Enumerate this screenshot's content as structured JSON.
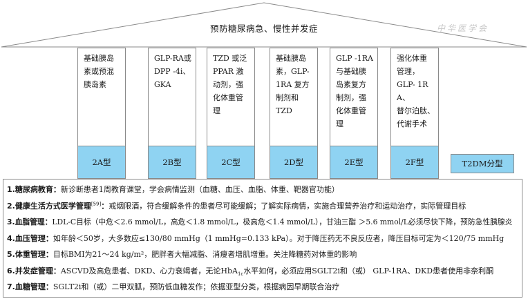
{
  "roof": {
    "title": "预防糖尿病急、慢性并发症"
  },
  "watermark": "中华医学会",
  "pillars": [
    {
      "text": "基础胰岛\n素或预混\n胰岛素",
      "type": "2A型"
    },
    {
      "text": "GLP-RA或\nDPP -4i、\nGKA",
      "type": "2B型"
    },
    {
      "text": "TZD 或泛\nPPAR 激\n动剂，强\n化体重管\n理",
      "type": "2C型"
    },
    {
      "text": "基础胰岛\n素，GLP-\n1RA 复方\n制剂和\nTZD",
      "type": "2D型"
    },
    {
      "text": "GLP -1RA\n与基础胰\n岛素复方\n制剂，强\n化体重管\n理",
      "type": "2E型"
    },
    {
      "text": "强化体重\n管理，\nGLP- 1RA、\n替尔泊肽、\n代谢手术",
      "type": "2F型"
    }
  ],
  "legend": "T2DM分型",
  "base": [
    {
      "title": "1.糖尿病教育：",
      "content": "新诊断患者1周教育课堂，学会病情监测（血糖、血压、血脂、体重、靶器官功能）"
    },
    {
      "title": "2.健康生活方式医学管理",
      "ref": "[59]",
      "title_end": "：",
      "content": "戒烟限酒，符合缓解条件的患者尽可能缓解；了解实际病情，实施合理营养治疗和运动治疗，实际管理目标"
    },
    {
      "title": "3.血脂管理：",
      "content": "LDL-C目标（中危＜2.6 mmol/L，高危＜1.8 mmol/L，极高危＜1.4 mmol/L），甘油三酯 ＞5.6 mmol/L必须尽快下降，预防急性胰腺炎"
    },
    {
      "title": "4.血压管理：",
      "content": "如年龄＜50岁，大多数应≤130/80 mmHg（1 mmHg=0.133 kPa）。对于降压药无不良反应者，降压目标可定为＜120/75 mmHg"
    },
    {
      "title": "5.体重管理：",
      "content": "目标BMI为21～24 kg/m²，肥胖者大幅减脂、消瘦者增肌增重。关注降糖药对体重的影响"
    },
    {
      "title": "6.并发症管理：",
      "content_pre": "ASCVD及高危患者、DKD、心力衰竭者，无论HbA",
      "content_sub": "1c",
      "content_post": "水平如何，必须应用SGLT2i和（或） GLP-1RA、DKD患者使用非奈利酮"
    },
    {
      "title": "7.血糖管理：",
      "content": "SGLT2i和（或）二甲双胍，预防低血糖发作；依据亚型分类，根据病因早期联合治疗"
    }
  ]
}
